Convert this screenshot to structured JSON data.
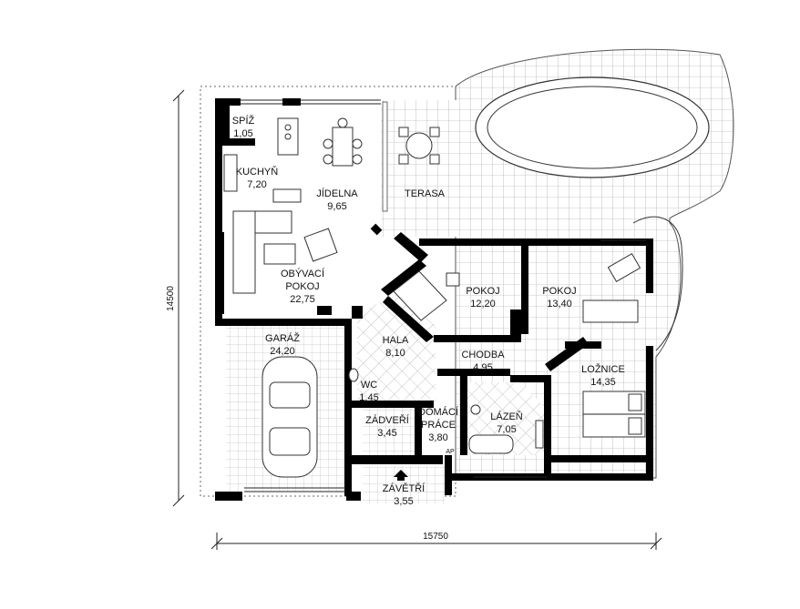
{
  "rooms": {
    "spiz": {
      "name": "SPÍŽ",
      "area": "1,05"
    },
    "kuchyn": {
      "name": "KUCHYŇ",
      "area": "7,20"
    },
    "jidelna": {
      "name": "JÍDELNA",
      "area": "9,65"
    },
    "terasa": {
      "name": "TERASA"
    },
    "obyvaci": {
      "name1": "OBÝVACÍ",
      "name2": "POKOJ",
      "area": "22,75"
    },
    "pokoj1": {
      "name": "POKOJ",
      "area": "12,20"
    },
    "pokoj2": {
      "name": "POKOJ",
      "area": "13,40"
    },
    "garaz": {
      "name": "GARÁŽ",
      "area": "24,20"
    },
    "hala": {
      "name": "HALA",
      "area": "8,10"
    },
    "chodba": {
      "name": "CHODBA",
      "area": "4,95"
    },
    "loznice": {
      "name": "LOŽNICE",
      "area": "14,35"
    },
    "wc": {
      "name": "WC",
      "area": "1,45"
    },
    "zadveri": {
      "name": "ZÁDVEŘÍ",
      "area": "3,45"
    },
    "domaci": {
      "name1": "DOMÁCÍ",
      "name2": "PRÁCE",
      "area": "3,80"
    },
    "lazen": {
      "name": "LÁZEŇ",
      "area": "7,05"
    },
    "zavetri": {
      "name": "ZÁVĚTŘÍ",
      "area": "3,55"
    }
  },
  "dimensions": {
    "width": "15750",
    "height": "14500"
  },
  "marks": {
    "ap": "AP"
  }
}
